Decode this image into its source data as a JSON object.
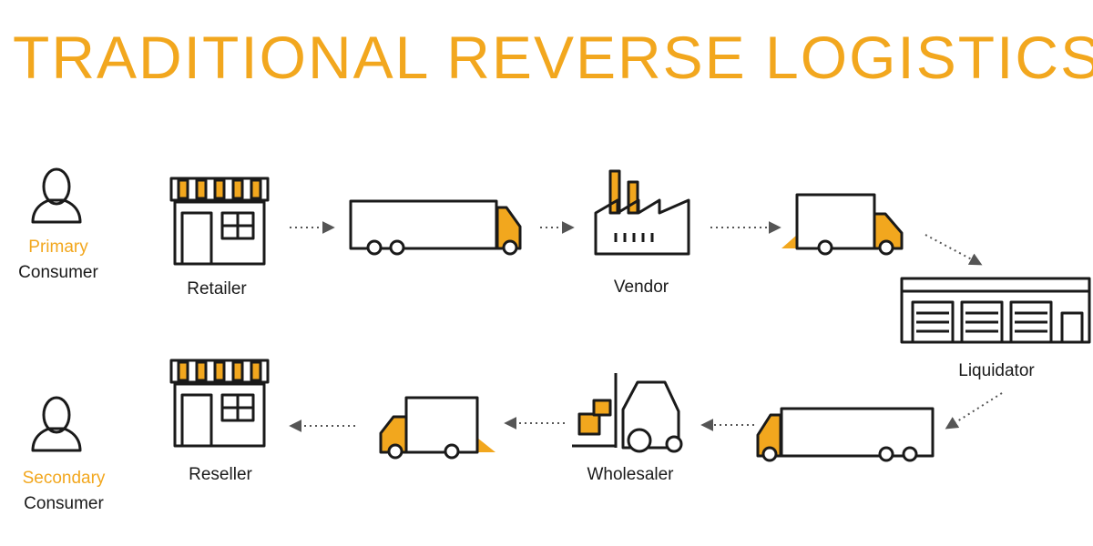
{
  "title": "TRADITIONAL REVERSE LOGISTICS",
  "colors": {
    "accent": "#F2A71E",
    "stroke": "#1a1a1a",
    "arrow": "#555555"
  },
  "nodes": {
    "primary_consumer": {
      "line1": "Primary",
      "line2": "Consumer"
    },
    "retailer": {
      "label": "Retailer"
    },
    "vendor": {
      "label": "Vendor"
    },
    "liquidator": {
      "label": "Liquidator"
    },
    "wholesaler": {
      "label": "Wholesaler"
    },
    "reseller": {
      "label": "Reseller"
    },
    "secondary_consumer": {
      "line1": "Secondary",
      "line2": "Consumer"
    }
  },
  "icons": {
    "primary_consumer": "person-icon",
    "retailer": "storefront-icon",
    "truck1": "delivery-truck-icon",
    "vendor": "factory-icon",
    "truck2": "delivery-truck-icon",
    "liquidator": "warehouse-icon",
    "truck3": "delivery-truck-icon",
    "wholesaler": "forklift-icon",
    "truck4": "delivery-truck-icon",
    "reseller": "storefront-icon",
    "secondary_consumer": "person-icon"
  }
}
